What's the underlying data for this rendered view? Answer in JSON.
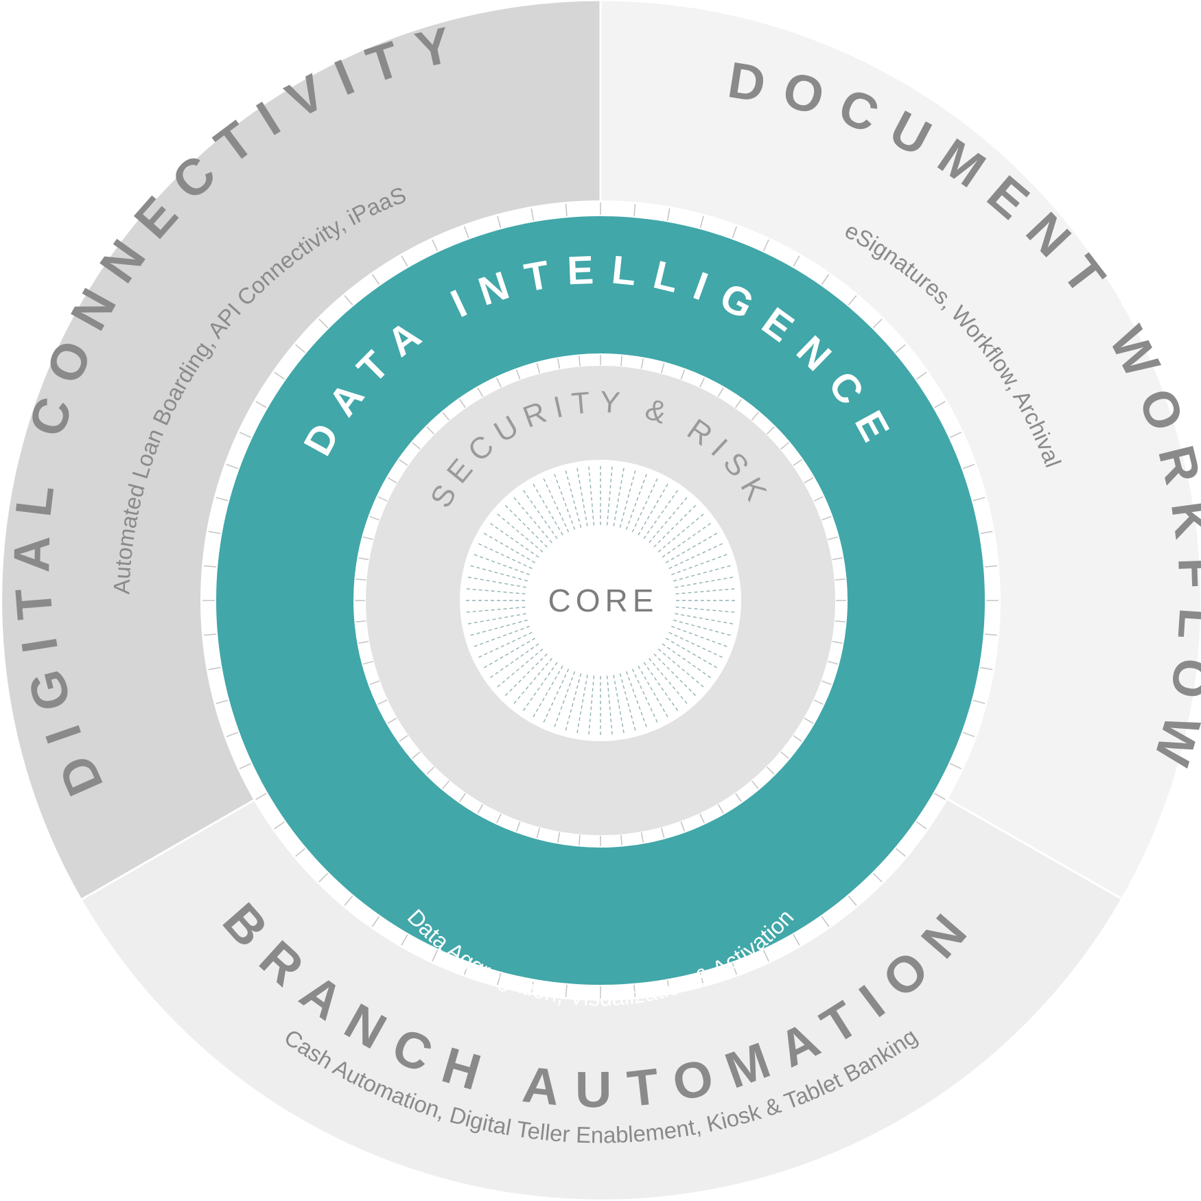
{
  "colors": {
    "digital_connectivity_bg": "#d6d6d6",
    "document_workflow_bg": "#f3f3f3",
    "branch_automation_bg": "#eeeeee",
    "outer_text": "#8a8a8a",
    "data_ring": "#41a7a9",
    "data_text": "#ffffff",
    "security_ring": "#e2e2e2",
    "security_text": "#9a9a9a",
    "core_bg": "#ffffff",
    "core_text": "#7d7d7d",
    "core_rays": "#8fb1b3",
    "divider": "#ffffff"
  },
  "segments": {
    "digital_connectivity": {
      "title": "DIGITAL CONNECTIVITY",
      "subtitle": "Automated Loan Boarding, API Connectivity, iPaaS"
    },
    "document_workflow": {
      "title": "DOCUMENT WORKFLOW",
      "subtitle": "eSignatures, Workflow, Archival"
    },
    "branch_automation": {
      "title": "BRANCH AUTOMATION",
      "subtitle": "Cash Automation, Digital Teller Enablement, Kiosk & Tablet Banking"
    }
  },
  "data_intelligence": {
    "title": "DATA INTELLIGENCE",
    "subtitle": "Data Aggregation, Visualization & Activation"
  },
  "security": {
    "label": "SECURITY & RISK"
  },
  "core": {
    "label": "CORE"
  }
}
